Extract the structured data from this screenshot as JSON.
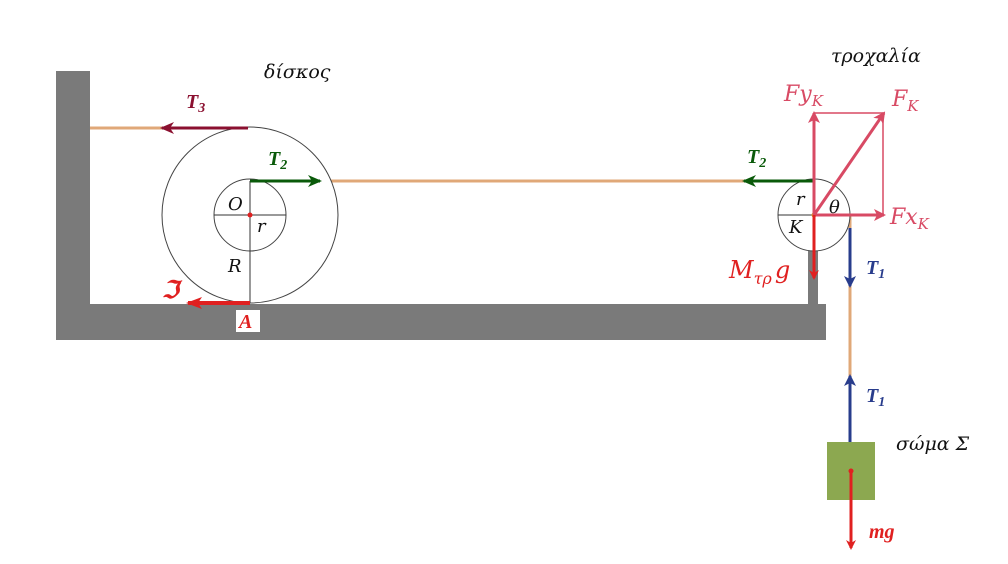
{
  "labels": {
    "disk_title": "δίσκος",
    "pulley_title": "τροχαλία",
    "body_title": "σώμα Σ",
    "center_O": "O",
    "inner_r_disk": "r",
    "outer_R": "R",
    "point_A": "A",
    "pulley_r": "r",
    "pulley_K": "K",
    "angle_theta": "θ",
    "T3": "T",
    "T3_sub": "3",
    "T2_disk": "T",
    "T2_disk_sub": "2",
    "T2_pulley": "T",
    "T2_pulley_sub": "2",
    "friction": "ℑ",
    "Fy": "Fy",
    "Fy_sub": "K",
    "F": "F",
    "F_sub": "K",
    "Fx": "Fx",
    "Fx_sub": "K",
    "Mg_M": "M",
    "Mg_sub": "τρ",
    "Mg_g": "g",
    "T1_upper": "T",
    "T1_upper_sub": "1",
    "T1_lower": "T",
    "T1_lower_sub": "1",
    "mg": "mg"
  },
  "colors": {
    "wall": "#7a7a7a",
    "rope": "#e0a878",
    "red_force": "#e02020",
    "tension_T3": "#8b1030",
    "tension_T2": "#0a5a0a",
    "tension_T1": "#283c8c",
    "pulley_force": "#d84a64",
    "mass_block": "#8ca850"
  }
}
